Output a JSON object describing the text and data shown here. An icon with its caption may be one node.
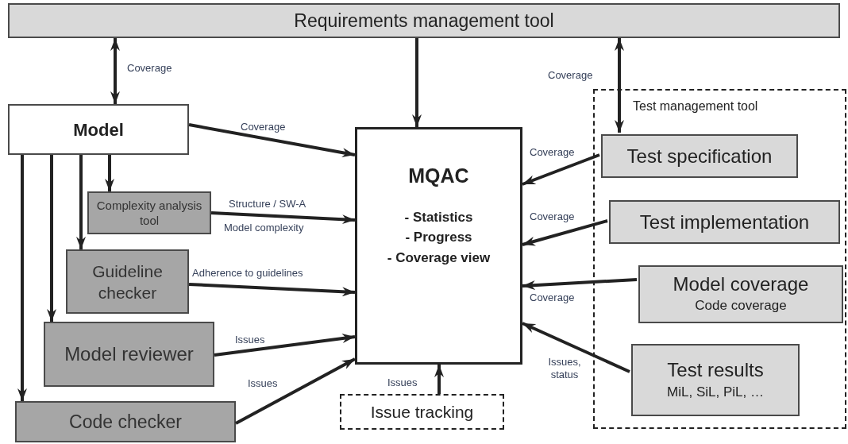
{
  "diagram": {
    "nodes": [
      {
        "text": [
          "Requirements management tool"
        ]
      },
      {
        "text": [
          "Model"
        ]
      },
      {
        "text": [
          "MQAC",
          "- Statistics",
          "- Progress",
          "- Coverage view"
        ]
      },
      {
        "text": [
          "Complexity analysis tool"
        ]
      },
      {
        "text": [
          "Guideline checker"
        ]
      },
      {
        "text": [
          "Model reviewer"
        ]
      },
      {
        "text": [
          "Code checker"
        ]
      },
      {
        "text": [
          "Issue tracking"
        ]
      },
      {
        "text": [
          "Test management tool"
        ]
      },
      {
        "text": [
          "Test specification"
        ],
        "in": 8
      },
      {
        "text": [
          "Test implementation"
        ],
        "in": 8
      },
      {
        "text": [
          "Model coverage",
          "Code coverage"
        ],
        "in": 8
      },
      {
        "text": [
          "Test results",
          "MiL, SiL, PiL, …"
        ],
        "in": 8
      }
    ],
    "edges": [
      {
        "from": 0,
        "to": 1,
        "arrow": "both",
        "label": "Coverage"
      },
      {
        "from": 0,
        "to": 2,
        "arrow": "to"
      },
      {
        "from": 0,
        "to": 9,
        "arrow": "both",
        "label": "Coverage"
      },
      {
        "from": 1,
        "to": 2,
        "arrow": "to",
        "label": "Coverage"
      },
      {
        "from": 1,
        "to": 3,
        "arrow": "to"
      },
      {
        "from": 1,
        "to": 4,
        "arrow": "to"
      },
      {
        "from": 1,
        "to": 5,
        "arrow": "to"
      },
      {
        "from": 1,
        "to": 6,
        "arrow": "to"
      },
      {
        "from": 3,
        "to": 2,
        "arrow": "to",
        "label": "Structure / SW-A"
      },
      {
        "from": 4,
        "to": 2,
        "arrow": "to",
        "label": "Adherence to guidelines"
      },
      {
        "from": 5,
        "to": 2,
        "arrow": "to",
        "label": "Issues"
      },
      {
        "from": 6,
        "to": 2,
        "arrow": "to",
        "label": "Issues"
      },
      {
        "from": 7,
        "to": 2,
        "arrow": "to",
        "label": "Issues"
      },
      {
        "from": 9,
        "to": 2,
        "arrow": "to",
        "label": "Coverage"
      },
      {
        "from": 10,
        "to": 2,
        "arrow": "to",
        "label": "Coverage"
      },
      {
        "from": 11,
        "to": 2,
        "arrow": "to",
        "label": "Coverage"
      },
      {
        "from": 12,
        "to": 2,
        "arrow": "to",
        "label": "Issues, status"
      }
    ],
    "labels": [
      "Model complexity"
    ]
  }
}
